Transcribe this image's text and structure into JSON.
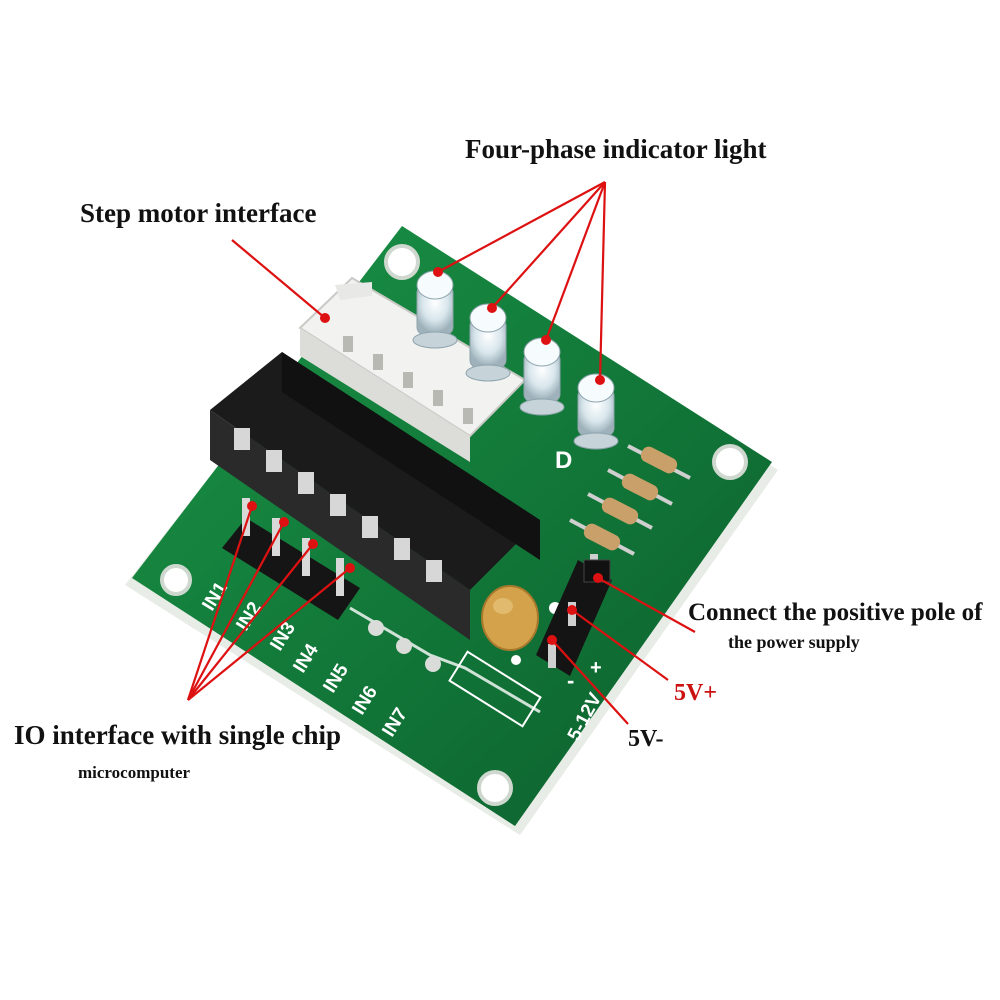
{
  "labels": {
    "four_phase": "Four-phase indicator light",
    "step_motor": "Step motor interface",
    "connect_positive_line1": "Connect the positive pole of",
    "connect_positive_line2": "the power supply",
    "io_interface_line1": "IO interface with single chip",
    "io_interface_line2": "microcomputer",
    "v_plus": "5V+",
    "v_minus": "5V-"
  },
  "silkscreen": {
    "inputs": [
      "IN1",
      "IN2",
      "IN3",
      "IN4",
      "IN5",
      "IN6",
      "IN7"
    ],
    "led_letter": "D",
    "voltage": "5-12V",
    "minus": "-",
    "plus": "+"
  },
  "colors": {
    "pcb": "#0f7a3a",
    "pointer_red": "#dd1111",
    "callout_red": "#cc1111"
  }
}
